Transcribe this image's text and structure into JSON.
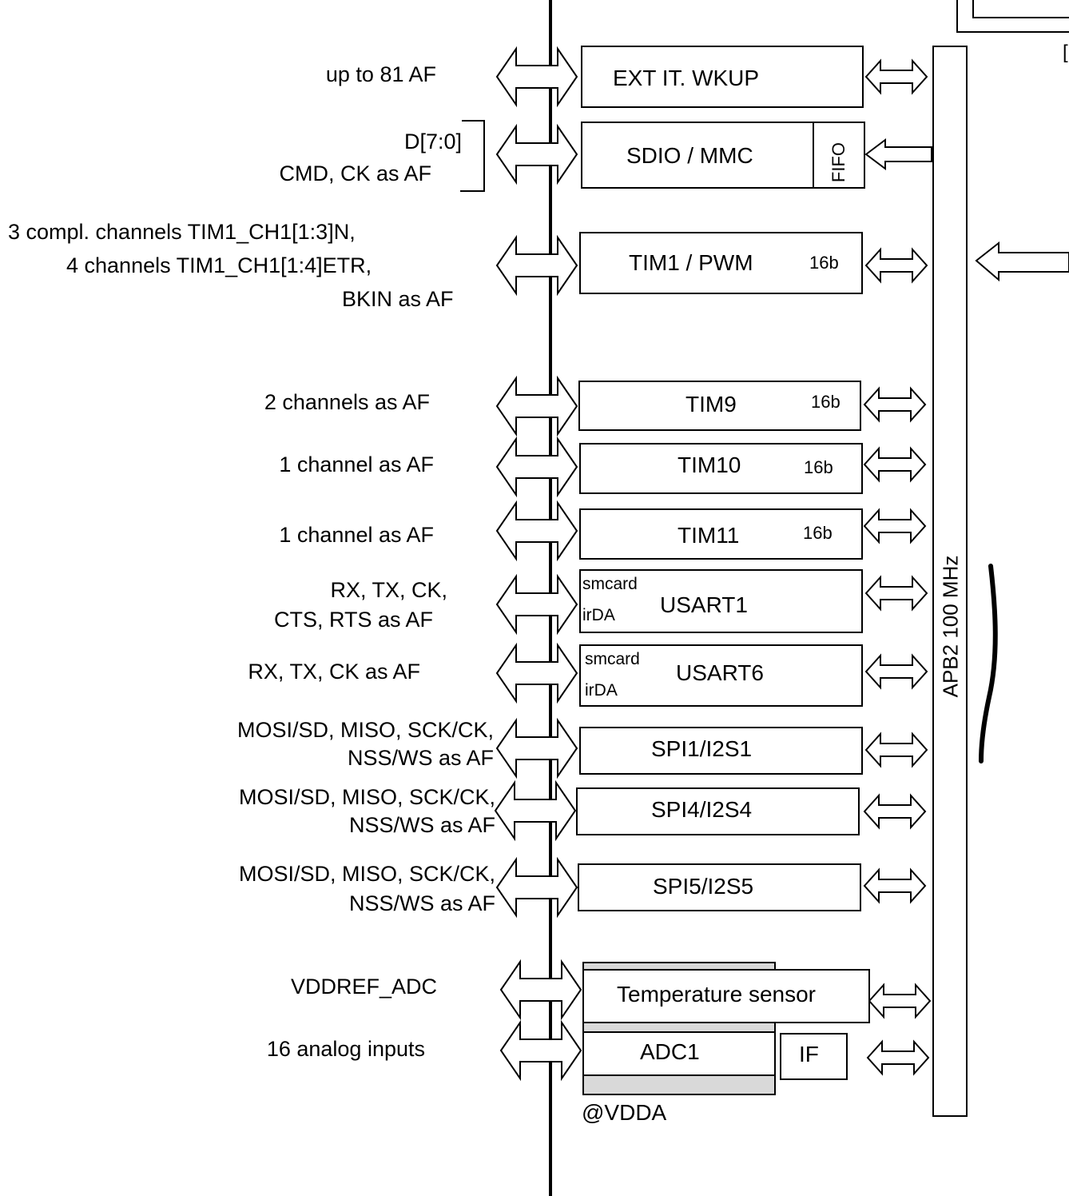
{
  "signals": {
    "ext_it": [
      "up to 81 AF"
    ],
    "sdio": [
      "D[7:0]",
      "CMD, CK as AF"
    ],
    "tim1": [
      "3 compl. channels TIM1_CH1[1:3]N,",
      "4 channels TIM1_CH1[1:4]ETR,",
      "BKIN as AF"
    ],
    "tim9": [
      "2 channels as AF"
    ],
    "tim10": [
      "1 channel as AF"
    ],
    "tim11": [
      "1 channel as AF"
    ],
    "usart1": [
      "RX, TX, CK,",
      "CTS, RTS as AF"
    ],
    "usart6": [
      "RX, TX, CK as AF"
    ],
    "spi1": [
      "MOSI/SD, MISO, SCK/CK,",
      "NSS/WS as AF"
    ],
    "spi4": [
      "MOSI/SD, MISO, SCK/CK,",
      "NSS/WS as AF"
    ],
    "spi5": [
      "MOSI/SD, MISO, SCK/CK,",
      "NSS/WS as AF"
    ],
    "vddref": [
      "VDDREF_ADC"
    ],
    "analog": [
      "16 analog inputs"
    ]
  },
  "blocks": {
    "ext_it": "EXT IT. WKUP",
    "sdio": "SDIO / MMC",
    "fifo": "FIFO",
    "tim1": "TIM1 / PWM",
    "tim9": "TIM9",
    "tim10": "TIM10",
    "tim11": "TIM11",
    "usart1": "USART1",
    "usart6": "USART6",
    "smcard": "smcard",
    "irda": "irDA",
    "spi1": "SPI1/I2S1",
    "spi4": "SPI4/I2S4",
    "spi5": "SPI5/I2S5",
    "temp": "Temperature sensor",
    "adc1": "ADC1",
    "if": "IF",
    "bits16": "16b"
  },
  "bus": {
    "label": "APB2 100 MHz"
  },
  "footer": {
    "vdda": "@VDDA"
  },
  "corner": {
    "glyph": "["
  }
}
